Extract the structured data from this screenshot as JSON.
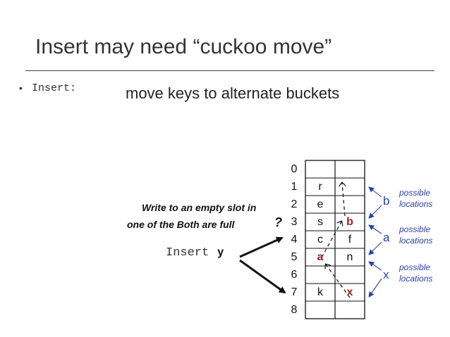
{
  "title": "Insert may need “cuckoo move”",
  "bullet": {
    "dot": "•",
    "text": "Insert:"
  },
  "subtitle": "move keys to alternate buckets",
  "note": {
    "line1": "Write to an empty slot in",
    "line2": "one of the Both are full",
    "mark": "?"
  },
  "insert": {
    "word": "Insert",
    "key": "y"
  },
  "table": {
    "indices": [
      "0",
      "1",
      "2",
      "3",
      "4",
      "5",
      "6",
      "7",
      "8"
    ],
    "rows": [
      [
        "",
        ""
      ],
      [
        "r",
        ""
      ],
      [
        "e",
        ""
      ],
      [
        "s",
        "b"
      ],
      [
        "c",
        "f"
      ],
      [
        "a",
        "n"
      ],
      [
        "",
        ""
      ],
      [
        "k",
        "x"
      ],
      [
        "",
        ""
      ]
    ],
    "highlighted": [
      "3-1",
      "5-0",
      "7-1"
    ]
  },
  "keys": [
    {
      "label": "b",
      "locations": [
        "possible",
        "locations"
      ]
    },
    {
      "label": "a",
      "locations": [
        "possible",
        "locations"
      ]
    },
    {
      "label": "x",
      "locations": [
        "possible",
        "locations"
      ]
    }
  ],
  "colors": {
    "accent_blue": "#2c3fa8",
    "highlight_red": "#9b2222",
    "text": "#222222"
  }
}
